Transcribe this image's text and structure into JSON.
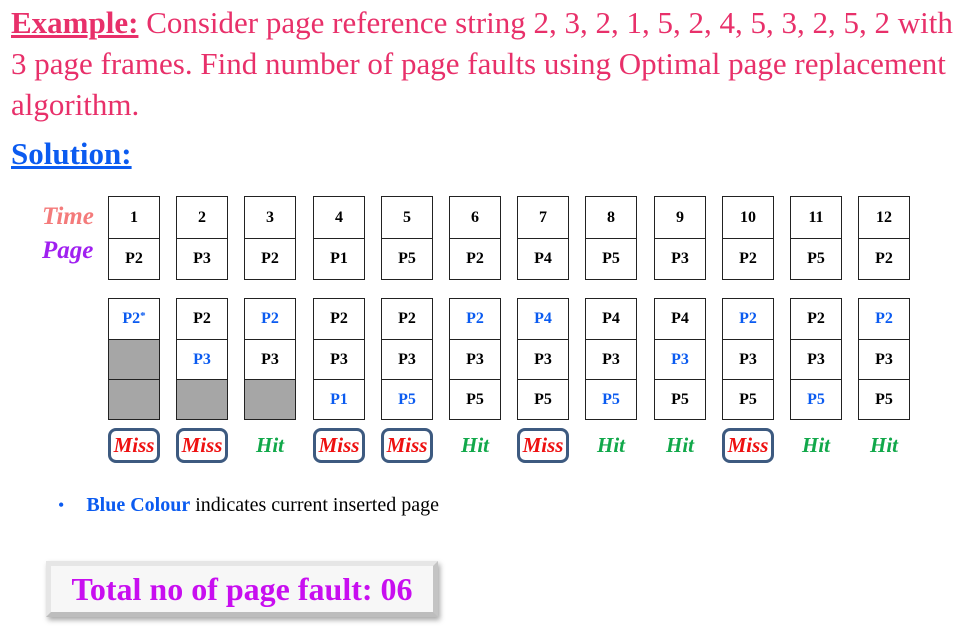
{
  "problem": {
    "label": "Example:",
    "text": " Consider page reference string 2, 3, 2, 1, 5, 2, 4, 5, 3, 2, 5, 2 with 3 page frames. Find number of page faults using Optimal page replacement algorithm."
  },
  "solution_heading": "Solution:",
  "row_labels": {
    "time": "Time",
    "page": "Page"
  },
  "colors": {
    "problem_text": "#e8306a",
    "solution_heading": "#0b5bf0",
    "inserted_page": "#0b5bf0",
    "miss": "#ee1111",
    "hit": "#11a84a",
    "miss_border": "#3d5a80",
    "empty_frame": "#a6a6a6",
    "total": "#c80ef0"
  },
  "columns": [
    {
      "time": "1",
      "page": "P2",
      "frames": [
        {
          "v": "P2",
          "new": true,
          "star": "*"
        },
        {
          "v": "",
          "empty": true
        },
        {
          "v": "",
          "empty": true
        }
      ],
      "result": "Miss"
    },
    {
      "time": "2",
      "page": "P3",
      "frames": [
        {
          "v": "P2"
        },
        {
          "v": "P3",
          "new": true
        },
        {
          "v": "",
          "empty": true
        }
      ],
      "result": "Miss"
    },
    {
      "time": "3",
      "page": "P2",
      "frames": [
        {
          "v": "P2",
          "new": true
        },
        {
          "v": "P3"
        },
        {
          "v": "",
          "empty": true
        }
      ],
      "result": "Hit"
    },
    {
      "time": "4",
      "page": "P1",
      "frames": [
        {
          "v": "P2"
        },
        {
          "v": "P3"
        },
        {
          "v": "P1",
          "new": true
        }
      ],
      "result": "Miss"
    },
    {
      "time": "5",
      "page": "P5",
      "frames": [
        {
          "v": "P2"
        },
        {
          "v": "P3"
        },
        {
          "v": "P5",
          "new": true
        }
      ],
      "result": "Miss"
    },
    {
      "time": "6",
      "page": "P2",
      "frames": [
        {
          "v": "P2",
          "new": true
        },
        {
          "v": "P3"
        },
        {
          "v": "P5"
        }
      ],
      "result": "Hit"
    },
    {
      "time": "7",
      "page": "P4",
      "frames": [
        {
          "v": "P4",
          "new": true
        },
        {
          "v": "P3"
        },
        {
          "v": "P5"
        }
      ],
      "result": "Miss"
    },
    {
      "time": "8",
      "page": "P5",
      "frames": [
        {
          "v": "P4"
        },
        {
          "v": "P3"
        },
        {
          "v": "P5",
          "new": true
        }
      ],
      "result": "Hit"
    },
    {
      "time": "9",
      "page": "P3",
      "frames": [
        {
          "v": "P4"
        },
        {
          "v": "P3",
          "new": true
        },
        {
          "v": "P5"
        }
      ],
      "result": "Hit"
    },
    {
      "time": "10",
      "page": "P2",
      "frames": [
        {
          "v": "P2",
          "new": true
        },
        {
          "v": "P3"
        },
        {
          "v": "P5"
        }
      ],
      "result": "Miss"
    },
    {
      "time": "11",
      "page": "P5",
      "frames": [
        {
          "v": "P2"
        },
        {
          "v": "P3"
        },
        {
          "v": "P5",
          "new": true
        }
      ],
      "result": "Hit"
    },
    {
      "time": "12",
      "page": "P2",
      "frames": [
        {
          "v": "P2",
          "new": true
        },
        {
          "v": "P3"
        },
        {
          "v": "P5"
        }
      ],
      "result": "Hit"
    }
  ],
  "note": {
    "bullet": "•",
    "highlight": "Blue Colour",
    "text": "indicates current inserted page"
  },
  "total": "Total no of page fault: 06"
}
